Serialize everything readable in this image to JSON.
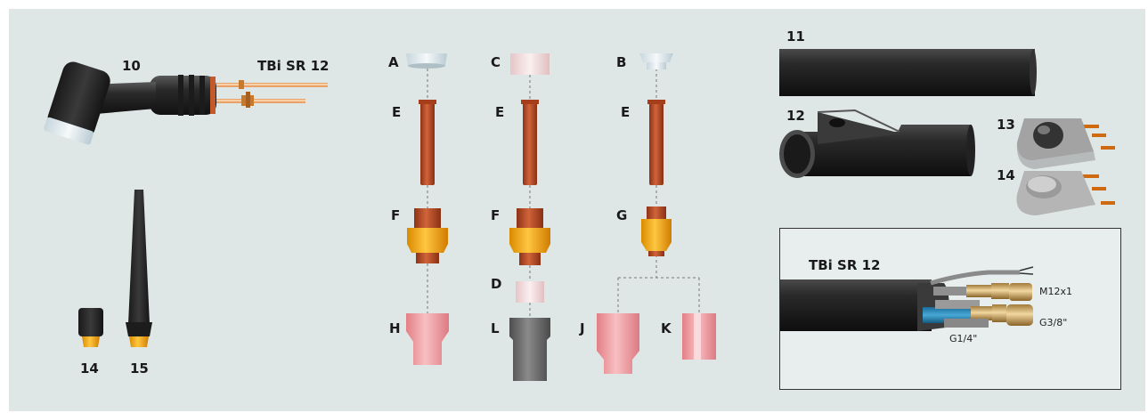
{
  "title": "TBi SR 12",
  "colors": {
    "background": "#dfe7e6",
    "copper_red": "#b84a28",
    "amber": "#f0a30a",
    "ceramic_pink": "#ef9ea3",
    "gray_nozzle": "#6e6e6e",
    "torch_black": "#2b2b2b"
  },
  "parts": {
    "torch": {
      "number": "10",
      "label": "TBi SR 12"
    },
    "cap_short": {
      "number": "14"
    },
    "cap_long": {
      "number": "15"
    },
    "hose": {
      "number": "11"
    },
    "sleeve": {
      "number": "12"
    },
    "switch_a": {
      "number": "13"
    },
    "switch_b": {
      "number": "14"
    }
  },
  "assembly": {
    "col1": [
      "A",
      "E",
      "F",
      "H"
    ],
    "col2": [
      "C",
      "E",
      "F",
      "D",
      "L"
    ],
    "col3": [
      "B",
      "E",
      "G",
      "J",
      "K"
    ]
  },
  "cable_box": {
    "title": "TBi SR 12",
    "connectors": [
      "M12x1",
      "G3/8\"",
      "G1/4\""
    ]
  }
}
